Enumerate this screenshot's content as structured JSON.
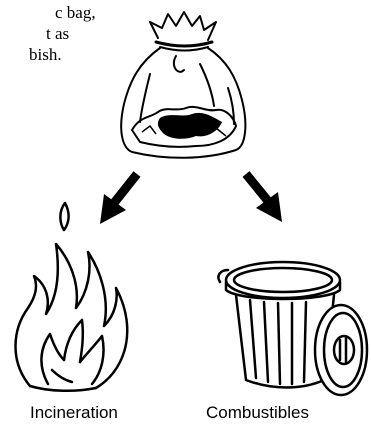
{
  "intro_text": [
    "c bag,",
    "t as",
    "bish."
  ],
  "captions": {
    "incineration": "Incineration",
    "combustibles": "Combustibles"
  },
  "colors": {
    "stroke": "#000000",
    "background": "#ffffff"
  },
  "icons": [
    "plastic-bag-icon",
    "arrow-down-left-icon",
    "arrow-down-right-icon",
    "flame-icon",
    "trash-can-icon"
  ]
}
